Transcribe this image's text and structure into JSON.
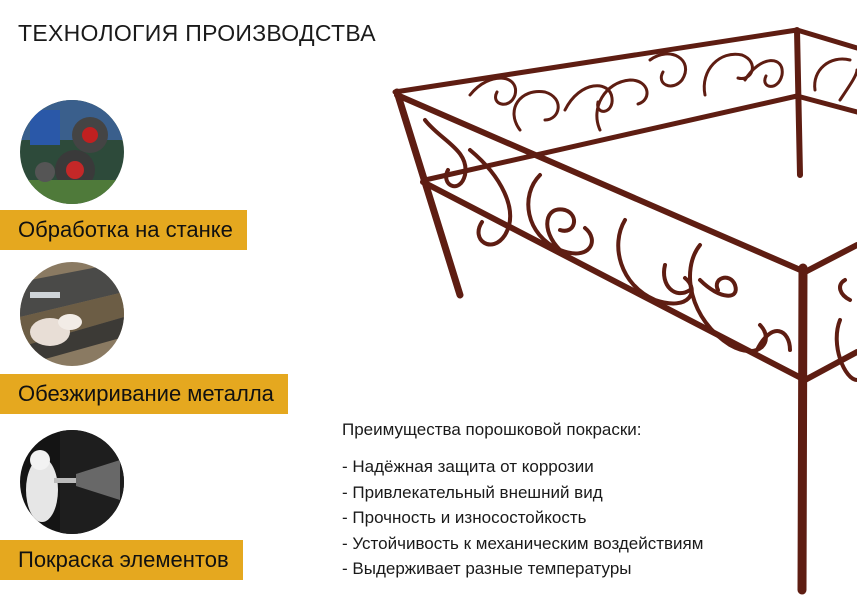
{
  "title": "ТЕХНОЛОГИЯ ПРОИЗВОДСТВА",
  "steps": [
    {
      "label": "Обработка на станке",
      "icon": "machine-photo-icon"
    },
    {
      "label": "Обезжиривание металла",
      "icon": "degreasing-photo-icon"
    },
    {
      "label": "Покраска элементов",
      "icon": "painting-photo-icon"
    }
  ],
  "advantages": {
    "title": "Преимущества порошковой покраски:",
    "items": [
      "Надёжная защита от коррозии",
      "Привлекательный внешний вид",
      "Прочность и износостойкость",
      "Устойчивость к механическим воздействиям",
      "Выдерживает разные температуры"
    ]
  },
  "colors": {
    "label_bg": "#e5a81f",
    "fence": "#5e1d12"
  }
}
